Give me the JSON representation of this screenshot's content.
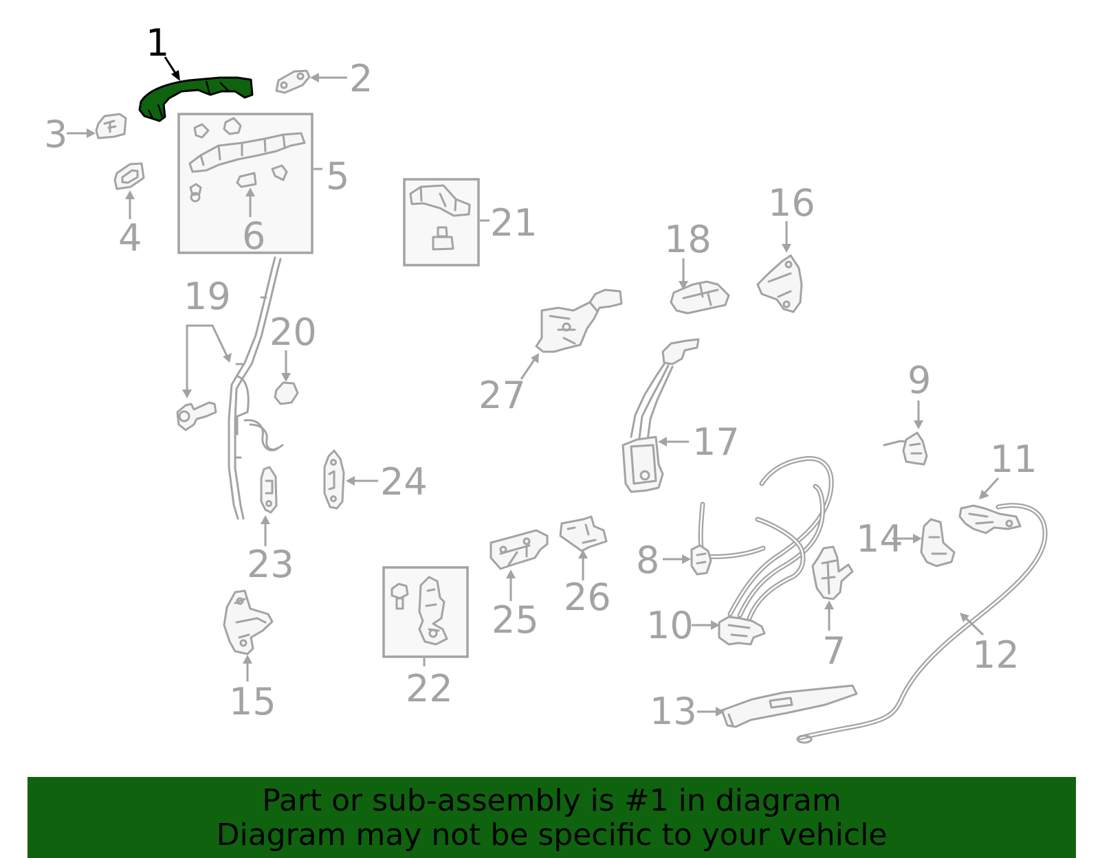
{
  "diagram": {
    "highlight_color": "#0f630f",
    "part_color": "#a3a3a3",
    "highlighted_part": "1",
    "callouts": [
      "1",
      "2",
      "3",
      "4",
      "5",
      "6",
      "7",
      "8",
      "9",
      "10",
      "11",
      "12",
      "13",
      "14",
      "15",
      "16",
      "17",
      "18",
      "19",
      "20",
      "21",
      "22",
      "23",
      "24",
      "25",
      "26",
      "27"
    ]
  },
  "banner": {
    "line1": "Part or sub-assembly is #1 in diagram",
    "line2": "Diagram may not be specific to your vehicle"
  }
}
